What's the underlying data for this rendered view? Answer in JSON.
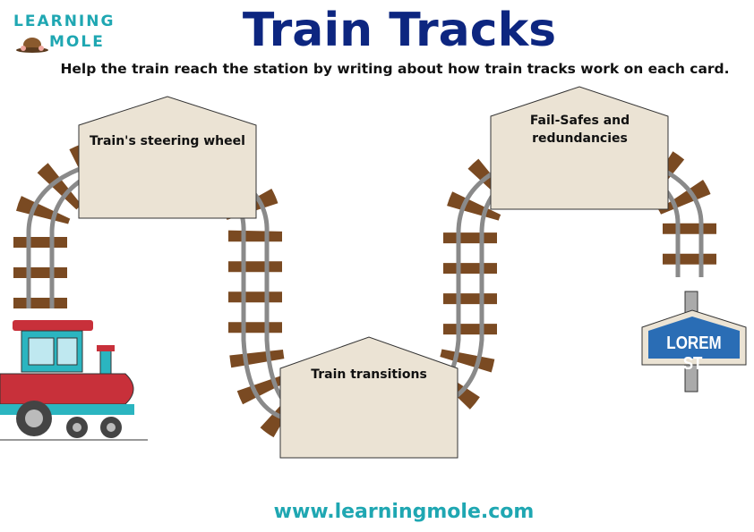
{
  "logo": {
    "line1": "LEARNING",
    "line2": "MOLE"
  },
  "title": "Train Tracks",
  "instructions": "Help the train reach the station by writing about how train tracks work on each card.",
  "cards": [
    {
      "label": "Train's steering wheel"
    },
    {
      "label": "Train transitions"
    },
    {
      "label": "Fail-Safes and redundancies"
    }
  ],
  "station_sign": "LOREM ST.",
  "footer_url": "www.learningmole.com",
  "colors": {
    "title": "#0d2680",
    "teal": "#1fa7b2",
    "card": "#ebe3d4",
    "sleeper": "#7a4a22",
    "rail": "#8a8a8a",
    "sign": "#2a6db5"
  }
}
